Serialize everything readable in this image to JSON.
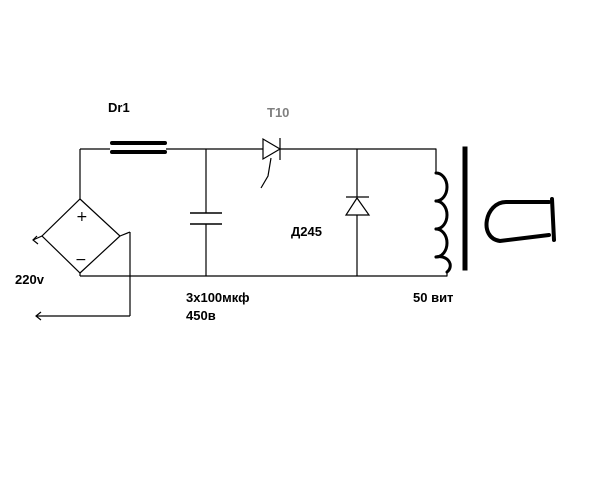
{
  "labels": {
    "choke": "Dr1",
    "thyristor": "T10",
    "diode": "Д245",
    "mains": "220v",
    "capacitor_value": "3x100мкф",
    "capacitor_voltage": "450в",
    "coil_turns": "50 вит"
  },
  "bridge_symbols": {
    "plus": "+",
    "minus": "−"
  },
  "colors": {
    "wire": "#000000",
    "background": "#ffffff",
    "thyristor_label": "#808080"
  }
}
